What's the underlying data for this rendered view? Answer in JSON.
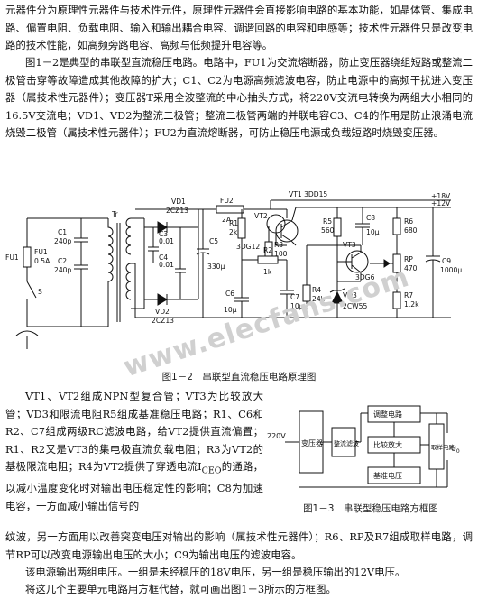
{
  "text": {
    "p1": "元器件分为原理性元器件与技术性元件，原理性元器件会直接影响电路的基本功能，如晶体管、集成电路、偏置电阻、负载电阻、输入和输出耦合电容、调谐回路的电容和电感等；技术性元器件只是改变电路的技术性能，如高频旁路电容、高频与低频提升电容等。",
    "p2": "图1－2是典型的串联型直流稳压电路。电路中，FU1为交流熔断器，防止变压器绕组短路或整流二极管击穿等故障造成其他故障的扩大；C1、C2为电源高频滤波电容，防止电源中的高频干扰进入变压器（属技术性元器件）；变压器T采用全波整流的中心抽头方式，将220V交流电转换为两组大小相同的16.5V交流电；VD1、VD2为整流二极管；整流二极管两端的并联电容C3、C4的作用是防止浪涌电流烧毁二极管（属技术性元器件）；FU2为直流熔断器，可防止稳压电源或负载短路时烧毁变压器。",
    "p3": "VT1、VT2组成NPN型复合管；VT3为比较放大管；VD3和限流电阻R5组成基准稳压电路；R1、C6和R2、C7组成两级RC滤波电路，给VT2提供直流偏置；R1、R2又是VT3的集电极直流负载电阻；R3为VT2的基极限流电阻；R4为VT2提供了穿透电流I",
    "p3_sub": "CEO",
    "p3_tail": "的通路，以减小温度变化时对输出电压稳定性的影响；C8为加速电容，一方面减小输出信号的",
    "p3b": "纹波，另一方面用以改善突变电压对输出的影响（属技术性元器件）；R6、RP及R7组成取样电路，调节RP可以改变电源输出电压的大小；C9为输出电压的滤波电容。",
    "p4": "该电源输出两组电压。一组是未经稳压的18V电压，另一组是稳压输出的12V电压。",
    "p5": "将这几个主要单元电路用方框代替，就可画出图1－3所示的方框图。",
    "fig1_caption": "图1－2　串联型直流稳压电路原理图",
    "fig2_caption": "图1－3　串联型稳压电路方框图",
    "watermark": "www.elecfans.com"
  },
  "circuit": {
    "labels": {
      "v18": "+18V",
      "v12": "+12V",
      "fu1": "FU1",
      "fu1b": "FU1",
      "fu1v": "0.5A",
      "c1": "C1",
      "c1v": "240p",
      "c2": "C2",
      "c2v": "240p",
      "tr": "Tr",
      "s": "S",
      "vd1": "VD1",
      "vd1m": "2CZ13",
      "vd2": "VD2",
      "vd2m": "2CZ13",
      "c3": "C3",
      "c3v": "0.01",
      "c4": "C4",
      "c4v": "0.01",
      "fu2": "FU2",
      "fu2v": "2A",
      "c5": "C5",
      "c5v": "330μ",
      "r1": "R1",
      "r1v": "2k",
      "dg12": "3DG12",
      "vt1": "VT1 3DD15",
      "vt2": "VT2",
      "r3": "R3",
      "r3v": "100",
      "r2": "R2",
      "r2v": "1k",
      "c6": "C6",
      "c6v": "10μ",
      "c7": "C7",
      "c7v": "10μ",
      "r4": "R4",
      "r4v": "24k",
      "r5": "R5",
      "r5v": "560",
      "c8": "C8",
      "c8v": "10μ",
      "vt3": "VT3",
      "dg6": "3DG6",
      "vd3": "VD3",
      "vd3m": "2CW55",
      "r6": "R6",
      "r6v": "680",
      "rp": "RP",
      "rpv": "470",
      "r7": "R7",
      "r7v": "1.2k",
      "c9": "C9",
      "c9v": "1000μ"
    }
  },
  "block": {
    "v220": "220V",
    "transformer": "变压器",
    "rectifier": "整流滤波",
    "regulator": "调整电路",
    "comparator": "比较放大",
    "reference": "基准电压",
    "sampling": "取样电路",
    "u0": "U",
    "u0_sub": "0"
  }
}
